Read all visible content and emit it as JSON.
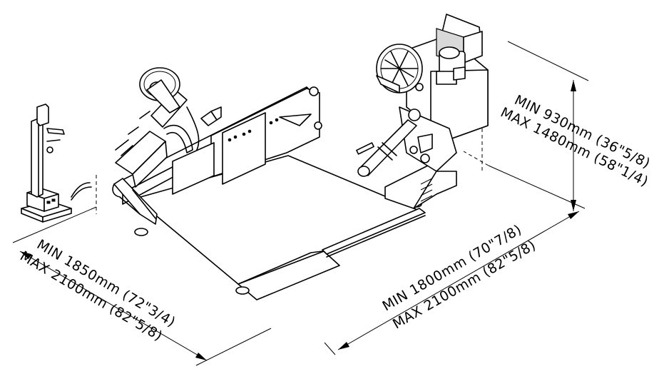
{
  "dimensions": {
    "left_depth": {
      "min": "MIN 1850mm (72\"3/4)",
      "max": "MAX 2100mm (82\"5/8)"
    },
    "front_width": {
      "min": "MIN 1800mm (70\"7/8)",
      "max": "MAX 2100mm (82\"5/8)"
    },
    "height": {
      "min": "MIN 930mm (36\"5/8)",
      "max": "MAX 1480mm (58\"1/4)"
    }
  }
}
